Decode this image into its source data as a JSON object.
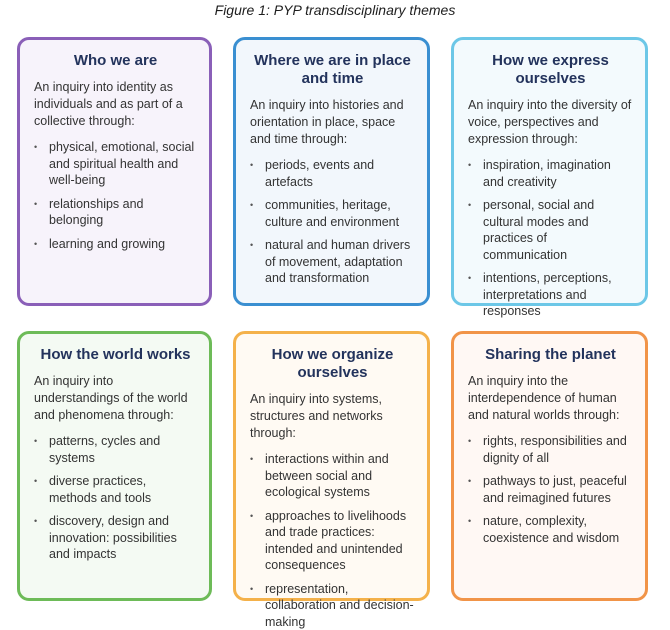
{
  "caption": "Figure 1: PYP transdisciplinary themes",
  "themes": [
    {
      "title": "Who we are",
      "intro": "An inquiry into identity as individuals and as part of a collective through:",
      "items": [
        "physical, emotional, social and spiritual health and well-being",
        "relationships and belonging",
        "learning and growing"
      ],
      "border_color": "#8a5fb8"
    },
    {
      "title": "Where we are in place and time",
      "intro": "An inquiry into histories and orientation in place, space and time through:",
      "items": [
        "periods, events and artefacts",
        "communities, heritage, culture and environment",
        "natural and human drivers of movement, adaptation and transformation"
      ],
      "border_color": "#3a8fd1"
    },
    {
      "title": "How we express ourselves",
      "intro": "An inquiry into the diversity of voice, perspectives and expression through:",
      "items": [
        "inspiration, imagination and creativity",
        "personal, social and cultural modes and practices of communication",
        "intentions, perceptions, interpretations and responses"
      ],
      "border_color": "#6cc7e7"
    },
    {
      "title": "How the world works",
      "intro": "An inquiry into understandings of the world and phenomena through:",
      "items": [
        "patterns, cycles and systems",
        "diverse practices, methods and tools",
        "discovery, design and innovation: possibilities and impacts"
      ],
      "border_color": "#6dbb58"
    },
    {
      "title": "How we organize ourselves",
      "intro": "An inquiry into systems, structures and networks through:",
      "items": [
        "interactions within and between social and ecological systems",
        "approaches to livelihoods and trade practices: intended and unintended consequences",
        "representation, collaboration and decision-making"
      ],
      "border_color": "#f4b14a"
    },
    {
      "title": "Sharing the planet",
      "intro": "An inquiry into the interdependence of human and natural worlds through:",
      "items": [
        "rights, responsibilities and dignity of all",
        "pathways to just, peaceful and reimagined futures",
        "nature, complexity, coexistence and wisdom"
      ],
      "border_color": "#f19448"
    }
  ]
}
